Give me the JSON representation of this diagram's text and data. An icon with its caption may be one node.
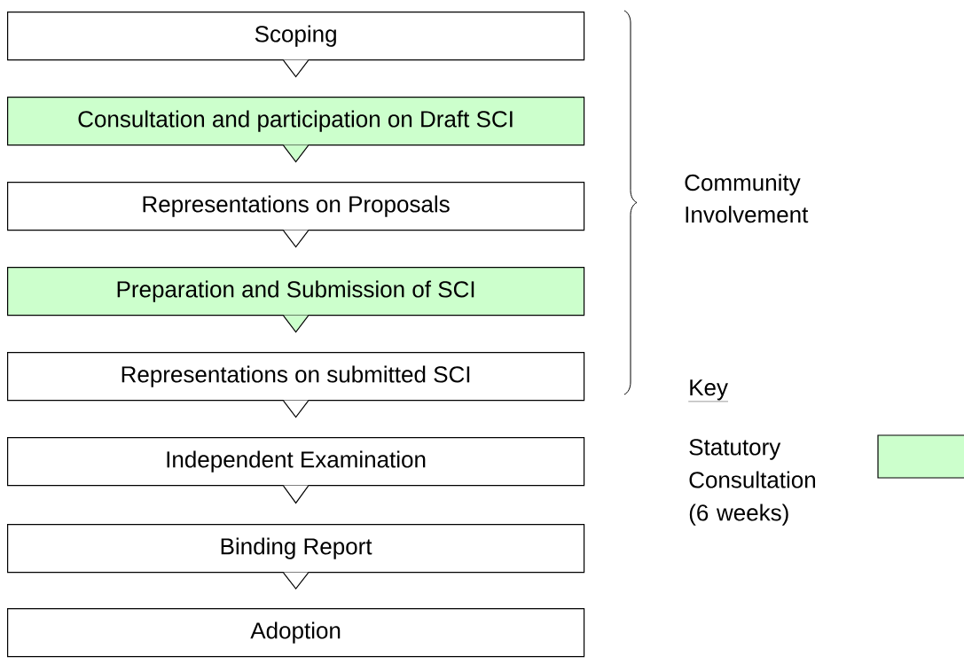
{
  "diagram": {
    "nodes": [
      {
        "text": [
          "Scoping"
        ]
      },
      {
        "text": [
          "Consultation and participation on Draft SCI"
        ]
      },
      {
        "text": [
          "Representations on Proposals"
        ]
      },
      {
        "text": [
          "Preparation and Submission of SCI"
        ]
      },
      {
        "text": [
          "Representations on submitted SCI"
        ]
      },
      {
        "text": [
          "Independent Examination"
        ]
      },
      {
        "text": [
          "Binding Report"
        ]
      },
      {
        "text": [
          "Adoption"
        ]
      }
    ],
    "edges": [
      {
        "from": 0,
        "to": 1,
        "arrow": "to"
      },
      {
        "from": 1,
        "to": 2,
        "arrow": "to"
      },
      {
        "from": 2,
        "to": 3,
        "arrow": "to"
      },
      {
        "from": 3,
        "to": 4,
        "arrow": "to"
      },
      {
        "from": 4,
        "to": 5,
        "arrow": "to"
      },
      {
        "from": 5,
        "to": 6,
        "arrow": "to"
      },
      {
        "from": 6,
        "to": 7,
        "arrow": "to"
      }
    ],
    "labels": [
      "Community Involvement",
      "Key"
    ],
    "legend": [
      {
        "text": "Statutory Consultation (6 weeks)",
        "color": "#ccffcc"
      }
    ]
  }
}
